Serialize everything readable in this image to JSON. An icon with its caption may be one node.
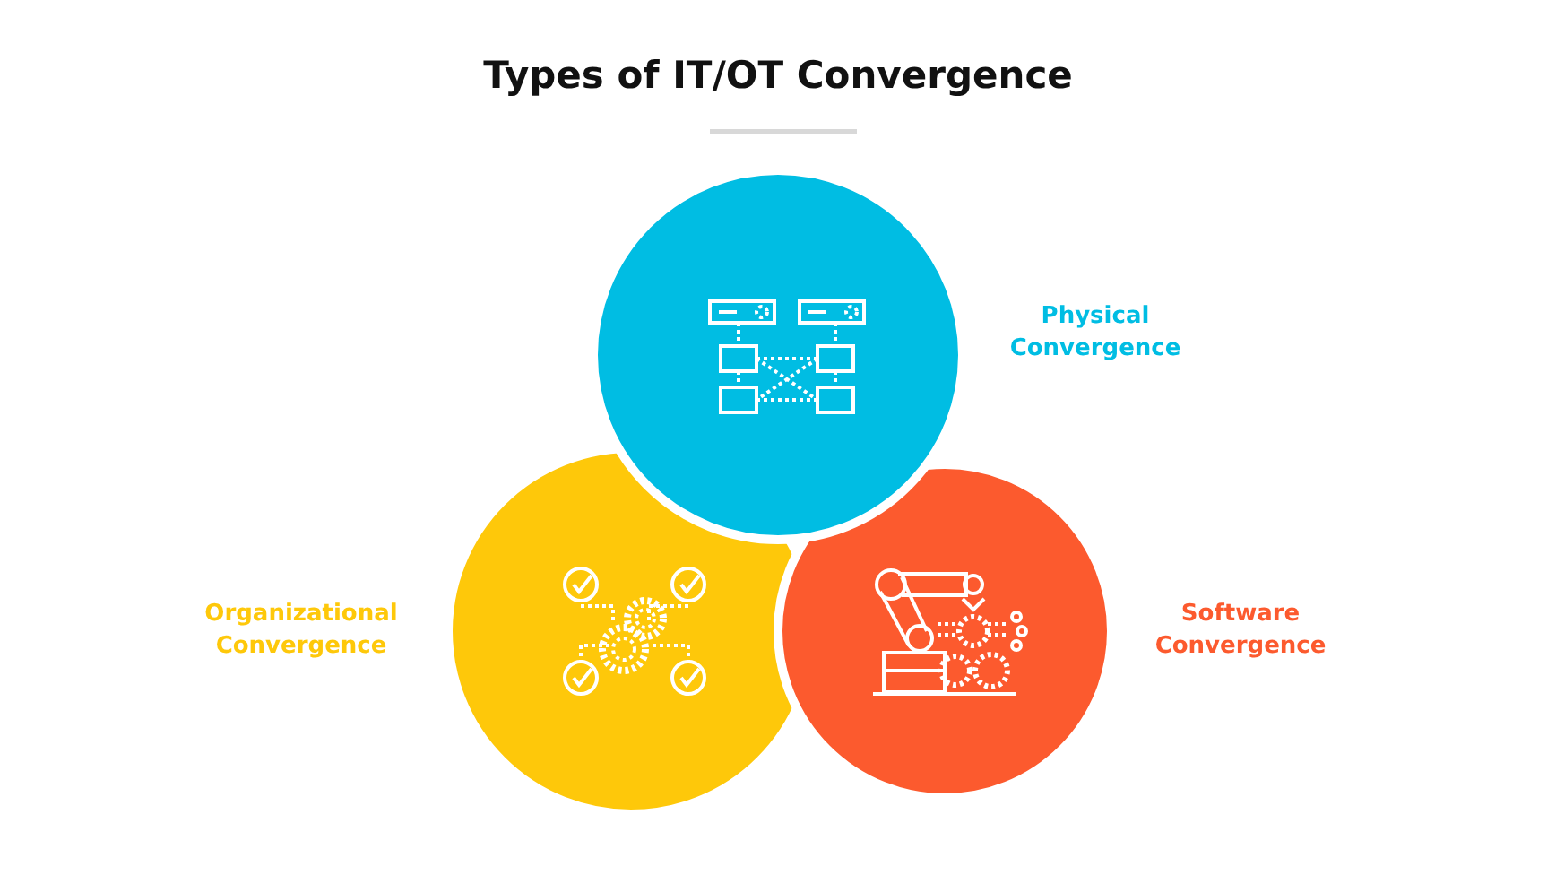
{
  "diagram": {
    "title": "Types of IT/OT Convergence",
    "nodes": [
      {
        "text": [],
        "shape": "circle",
        "beside": [
          "Physical Convergence"
        ]
      },
      {
        "text": [],
        "shape": "circle",
        "beside": [
          "Organizational Convergence"
        ]
      },
      {
        "text": [],
        "shape": "circle",
        "beside": [
          "Software Convergence"
        ]
      }
    ]
  }
}
